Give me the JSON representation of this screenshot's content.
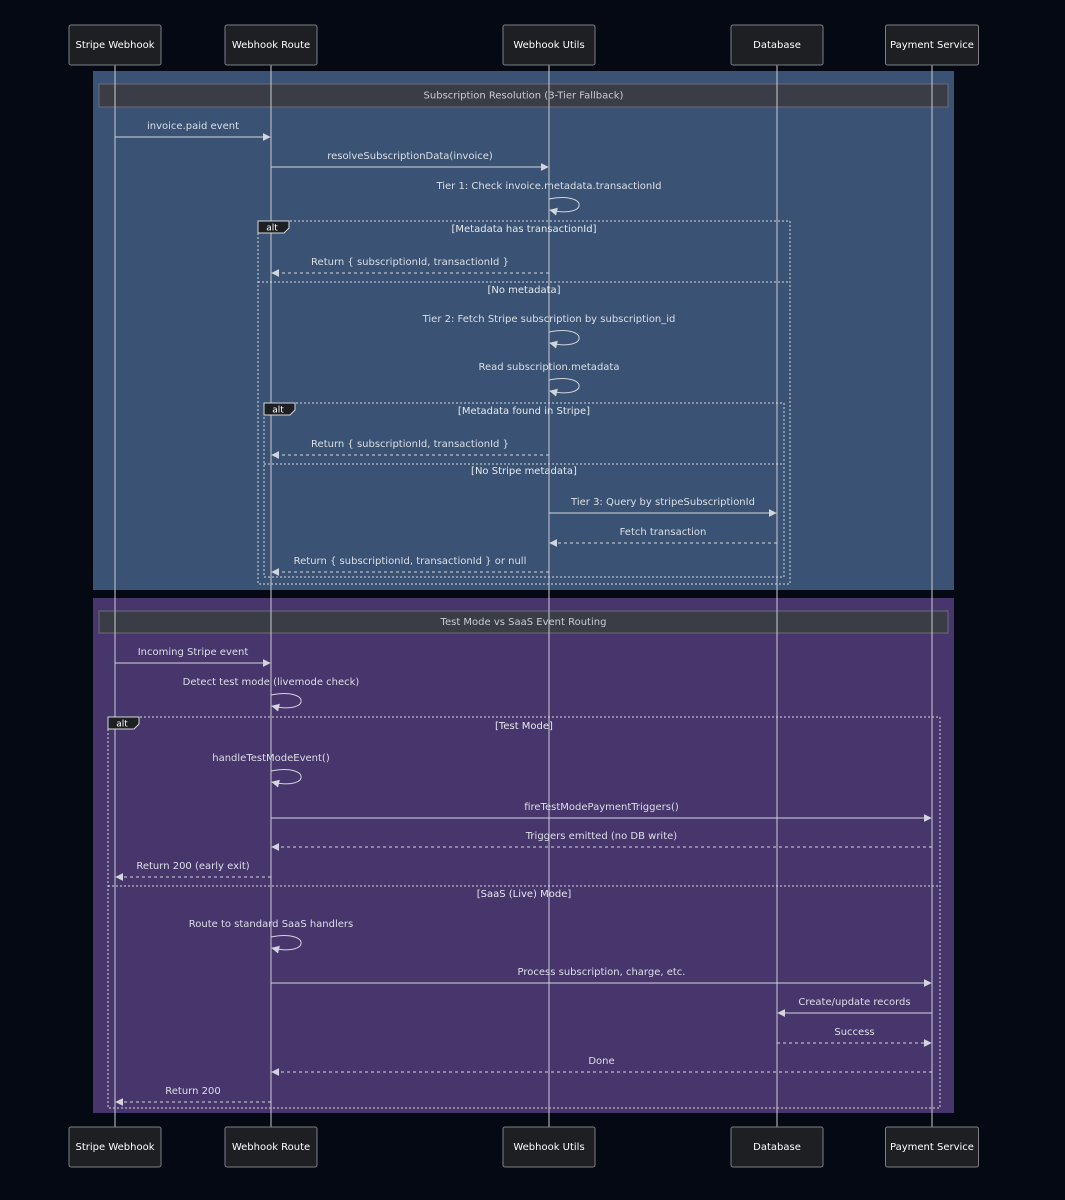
{
  "diagram": {
    "type": "sequence",
    "colors": {
      "background": "#050914",
      "section_blue": "#3a5273",
      "section_purple": "#47366c",
      "actor_fill": "#1e1f22",
      "line": "#d2d5db"
    },
    "actors": [
      {
        "id": "stripe",
        "label": "Stripe Webhook"
      },
      {
        "id": "route",
        "label": "Webhook Route"
      },
      {
        "id": "utils",
        "label": "Webhook Utils"
      },
      {
        "id": "db",
        "label": "Database"
      },
      {
        "id": "pay",
        "label": "Payment Service"
      }
    ],
    "sections": [
      {
        "label": "Subscription Resolution (3-Tier Fallback)",
        "color": "blue"
      },
      {
        "label": "Test Mode vs SaaS Event Routing",
        "color": "purple"
      }
    ],
    "alt_tag": "alt",
    "conditions": [
      "[Metadata has transactionId]",
      "[No metadata]",
      "[Metadata found in Stripe]",
      "[No Stripe metadata]",
      "[Test Mode]",
      "[SaaS (Live) Mode]"
    ],
    "messages": [
      {
        "from": "stripe",
        "to": "route",
        "style": "solid",
        "label": "invoice.paid event"
      },
      {
        "from": "route",
        "to": "utils",
        "style": "solid",
        "label": "resolveSubscriptionData(invoice)"
      },
      {
        "from": "utils",
        "to": "utils",
        "style": "solid",
        "label": "Tier 1: Check invoice.metadata.transactionId"
      },
      {
        "from": "utils",
        "to": "route",
        "style": "dashed",
        "label": "Return { subscriptionId, transactionId }"
      },
      {
        "from": "utils",
        "to": "utils",
        "style": "solid",
        "label": "Tier 2: Fetch Stripe subscription by subscription_id"
      },
      {
        "from": "utils",
        "to": "utils",
        "style": "solid",
        "label": "Read subscription.metadata"
      },
      {
        "from": "utils",
        "to": "route",
        "style": "dashed",
        "label": "Return { subscriptionId, transactionId }"
      },
      {
        "from": "utils",
        "to": "db",
        "style": "solid",
        "label": "Tier 3: Query by stripeSubscriptionId"
      },
      {
        "from": "db",
        "to": "utils",
        "style": "dashed",
        "label": "Fetch transaction"
      },
      {
        "from": "utils",
        "to": "route",
        "style": "dashed",
        "label": "Return { subscriptionId, transactionId } or null"
      },
      {
        "from": "stripe",
        "to": "route",
        "style": "solid",
        "label": "Incoming Stripe event"
      },
      {
        "from": "route",
        "to": "route",
        "style": "solid",
        "label": "Detect test mode (livemode check)"
      },
      {
        "from": "route",
        "to": "route",
        "style": "solid",
        "label": "handleTestModeEvent()"
      },
      {
        "from": "route",
        "to": "pay",
        "style": "solid",
        "label": "fireTestModePaymentTriggers()"
      },
      {
        "from": "pay",
        "to": "route",
        "style": "dashed",
        "label": "Triggers emitted (no DB write)"
      },
      {
        "from": "route",
        "to": "stripe",
        "style": "dashed",
        "label": "Return 200 (early exit)"
      },
      {
        "from": "route",
        "to": "route",
        "style": "solid",
        "label": "Route to standard SaaS handlers"
      },
      {
        "from": "route",
        "to": "pay",
        "style": "solid",
        "label": "Process subscription, charge, etc."
      },
      {
        "from": "pay",
        "to": "db",
        "style": "solid",
        "label": "Create/update records"
      },
      {
        "from": "db",
        "to": "pay",
        "style": "dashed",
        "label": "Success"
      },
      {
        "from": "pay",
        "to": "route",
        "style": "dashed",
        "label": "Done"
      },
      {
        "from": "route",
        "to": "stripe",
        "style": "dashed",
        "label": "Return 200"
      }
    ]
  }
}
